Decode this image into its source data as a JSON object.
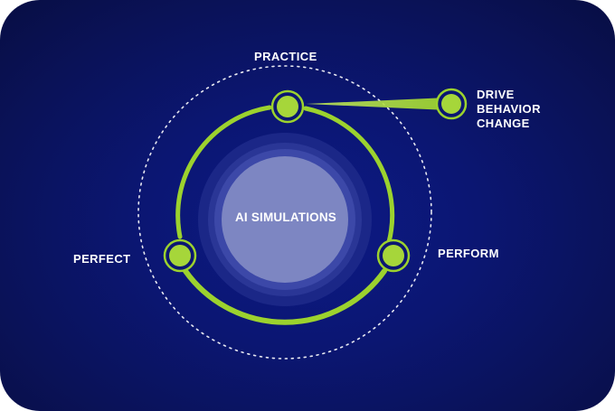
{
  "center": {
    "label": "AI SIMULATIONS"
  },
  "stages": {
    "practice": "PRACTICE",
    "perform": "PERFORM",
    "perfect": "PERFECT"
  },
  "outcome": {
    "lines": [
      "DRIVE",
      "BEHAVIOR",
      "CHANGE"
    ]
  },
  "colors": {
    "background": "#0b1672",
    "accent_green": "#9cd22e",
    "node_green": "#a6d63a",
    "center_fill": "#7d86c2",
    "text": "#ffffff"
  }
}
